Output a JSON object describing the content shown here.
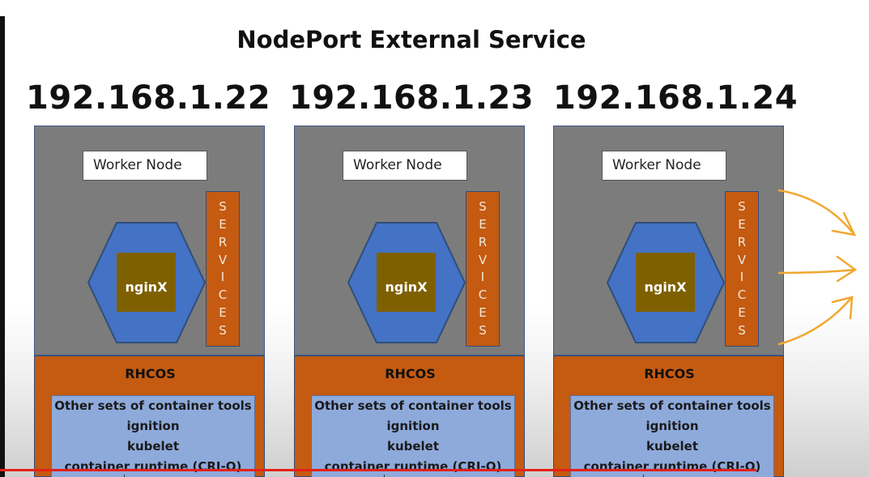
{
  "title": "NodePort External Service",
  "nodes": [
    {
      "ip": "192.168.1.22",
      "worker_label": "Worker Node",
      "services_letters": [
        "S",
        "E",
        "R",
        "V",
        "I",
        "C",
        "E",
        "S"
      ],
      "pod_label": "nginX",
      "os_label": "RHCOS",
      "tools": [
        "Other sets of container tools",
        "ignition",
        "kubelet",
        "container runtime (CRI-O)"
      ]
    },
    {
      "ip": "192.168.1.23",
      "worker_label": "Worker Node",
      "services_letters": [
        "S",
        "E",
        "R",
        "V",
        "I",
        "C",
        "E",
        "S"
      ],
      "pod_label": "nginX",
      "os_label": "RHCOS",
      "tools": [
        "Other sets of container tools",
        "ignition",
        "kubelet",
        "container runtime (CRI-O)"
      ]
    },
    {
      "ip": "192.168.1.24",
      "worker_label": "Worker Node",
      "services_letters": [
        "S",
        "E",
        "R",
        "V",
        "I",
        "C",
        "E",
        "S"
      ],
      "pod_label": "nginX",
      "os_label": "RHCOS",
      "tools": [
        "Other sets of container tools",
        "ignition",
        "kubelet",
        "container runtime (CRI-O)"
      ]
    }
  ],
  "colors": {
    "node_gray": "#7c7c7c",
    "services_orange": "#c55a11",
    "hexagon_blue": "#4472c4",
    "pod_brown": "#7f6000",
    "tools_blue": "#8eaadb",
    "arrow_orange": "#f0a830",
    "progress_red": "#e62117"
  },
  "video_progress_fraction": 0.87
}
